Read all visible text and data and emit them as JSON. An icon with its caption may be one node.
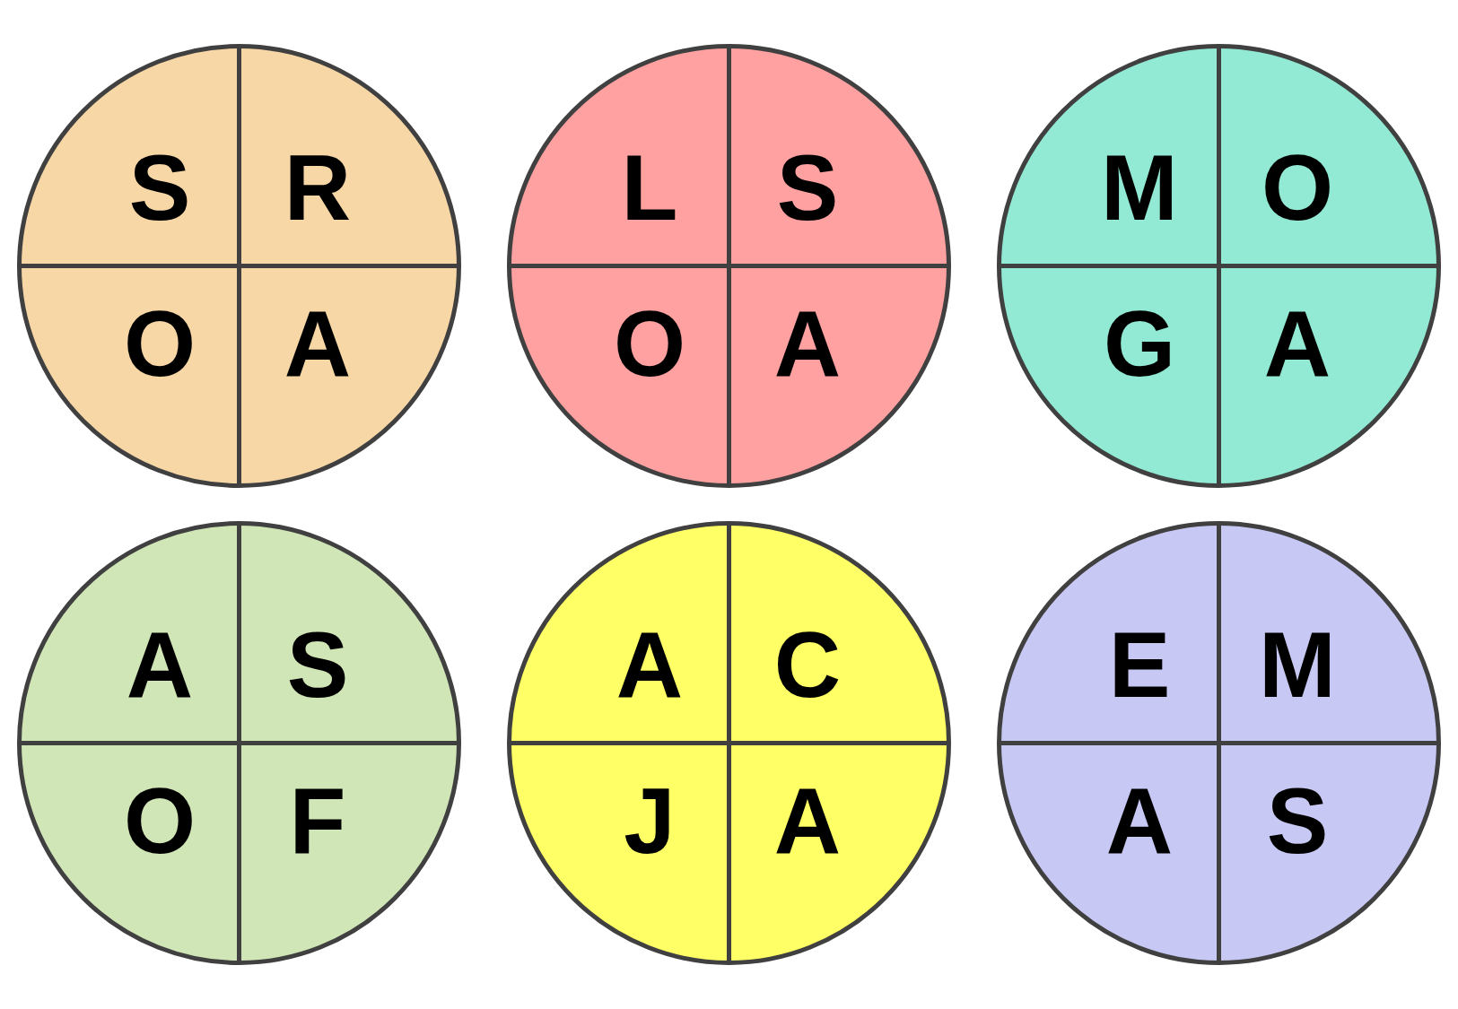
{
  "diagram": {
    "nodes": [
      {
        "text": [],
        "shape": "circle"
      },
      {
        "text": [
          "S"
        ],
        "in": 0
      },
      {
        "text": [
          "R"
        ],
        "in": 0
      },
      {
        "text": [
          "O"
        ],
        "in": 0
      },
      {
        "text": [
          "A"
        ],
        "in": 0
      },
      {
        "text": [],
        "shape": "circle"
      },
      {
        "text": [
          "L"
        ],
        "in": 5
      },
      {
        "text": [
          "S"
        ],
        "in": 5
      },
      {
        "text": [
          "O"
        ],
        "in": 5
      },
      {
        "text": [
          "A"
        ],
        "in": 5
      },
      {
        "text": [],
        "shape": "circle"
      },
      {
        "text": [
          "M"
        ],
        "in": 10
      },
      {
        "text": [
          "O"
        ],
        "in": 10
      },
      {
        "text": [
          "G"
        ],
        "in": 10
      },
      {
        "text": [
          "A"
        ],
        "in": 10
      },
      {
        "text": [],
        "shape": "circle"
      },
      {
        "text": [
          "A"
        ],
        "in": 15
      },
      {
        "text": [
          "S"
        ],
        "in": 15
      },
      {
        "text": [
          "O"
        ],
        "in": 15
      },
      {
        "text": [
          "F"
        ],
        "in": 15
      },
      {
        "text": [],
        "shape": "circle"
      },
      {
        "text": [
          "A"
        ],
        "in": 20
      },
      {
        "text": [
          "C"
        ],
        "in": 20
      },
      {
        "text": [
          "J"
        ],
        "in": 20
      },
      {
        "text": [
          "A"
        ],
        "in": 20
      },
      {
        "text": [],
        "shape": "circle"
      },
      {
        "text": [
          "E"
        ],
        "in": 25
      },
      {
        "text": [
          "M"
        ],
        "in": 25
      },
      {
        "text": [
          "A"
        ],
        "in": 25
      },
      {
        "text": [
          "S"
        ],
        "in": 25
      }
    ]
  }
}
